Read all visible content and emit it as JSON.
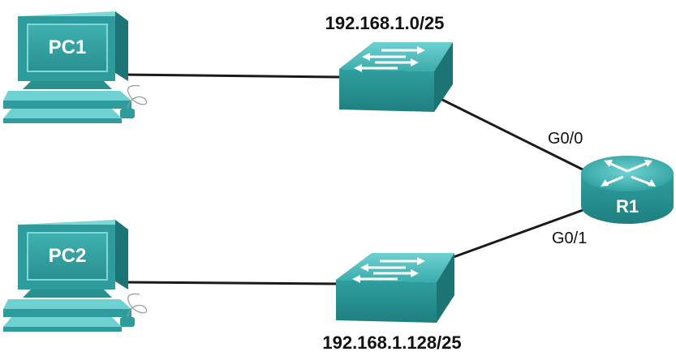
{
  "devices": {
    "pc1": {
      "label": "PC1"
    },
    "pc2": {
      "label": "PC2"
    },
    "router": {
      "label": "R1"
    }
  },
  "networks": {
    "top": "192.168.1.0/25",
    "bottom": "192.168.1.128/25"
  },
  "interfaces": {
    "g00": "G0/0",
    "g01": "G0/1"
  },
  "colors": {
    "device_teal": "#2e9c9c",
    "device_dark": "#1d7474",
    "device_light": "#5fc4c4",
    "link": "#1a1a1a"
  }
}
